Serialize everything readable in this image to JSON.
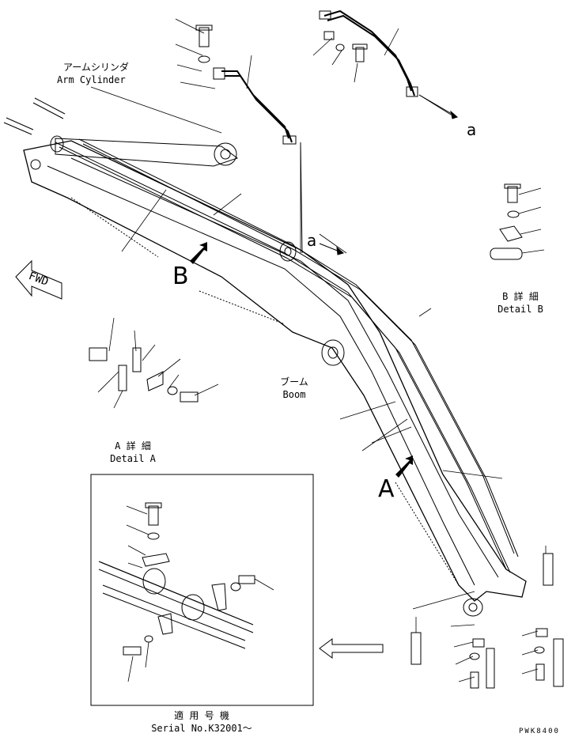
{
  "labels": {
    "arm_cylinder_jp": "アームシリンダ",
    "arm_cylinder_en": "Arm Cylinder",
    "boom_jp": "ブーム",
    "boom_en": "Boom",
    "detail_a_jp": "A 詳 細",
    "detail_a_en": "Detail A",
    "detail_b_jp": "B 詳 細",
    "detail_b_en": "Detail B",
    "serial_jp": "適 用 号 機",
    "serial_en": "Serial No.K32001～",
    "ref_a_small_top": "a",
    "ref_a_small_mid": "a",
    "callout_a": "A",
    "callout_b": "B",
    "fwd": "FWD",
    "drawing_code": "PWK8400"
  },
  "colors": {
    "line": "#000000",
    "background": "#ffffff"
  }
}
